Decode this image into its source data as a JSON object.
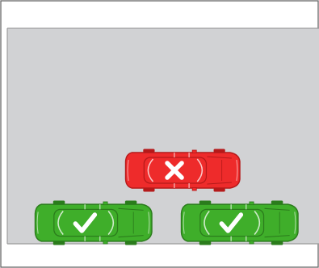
{
  "colors": {
    "road": "#d1d2d4",
    "outer_border": "#5a5a5a",
    "curb_line": "#9a9a9a",
    "background": "#ffffff",
    "legal_car_fill": "#3fae2a",
    "legal_car_stroke": "#2b7c1c",
    "illegal_car_fill": "#ee2b2b",
    "illegal_car_stroke": "#b51a1a",
    "mark": "#ffffff"
  },
  "cars": [
    {
      "id": "double-parked-car",
      "status": "illegal",
      "mark_icon": "cross-icon",
      "facing": "right"
    },
    {
      "id": "parked-car-left",
      "status": "legal",
      "mark_icon": "checkmark-icon",
      "facing": "right"
    },
    {
      "id": "parked-car-right",
      "status": "legal",
      "mark_icon": "checkmark-icon",
      "facing": "right"
    }
  ]
}
